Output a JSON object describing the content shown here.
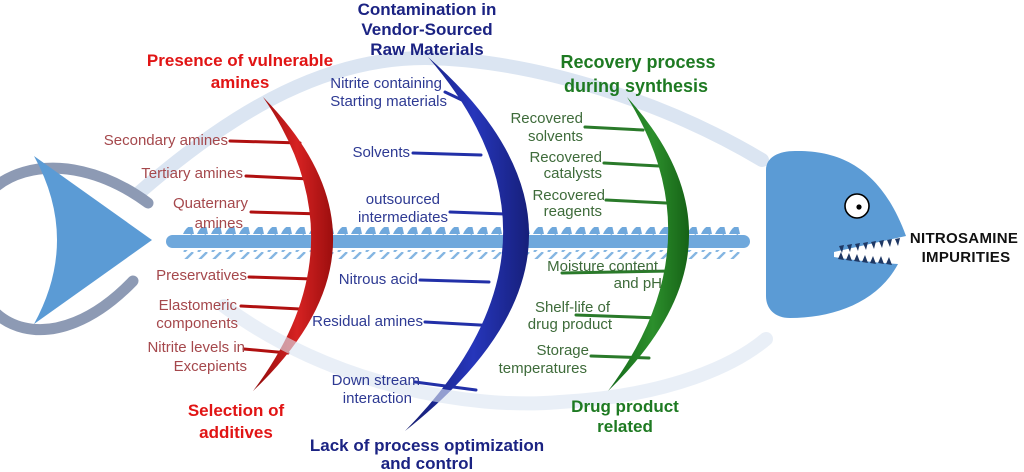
{
  "effect": {
    "lines": [
      "NITROSAMINE",
      "IMPURITIES"
    ]
  },
  "branches": {
    "vulnerable_amines": {
      "header_lines": [
        "Presence of vulnerable",
        "amines"
      ],
      "causes": [
        [
          "Secondary amines"
        ],
        [
          "Tertiary amines"
        ],
        [
          "Quaternary",
          "amines"
        ]
      ]
    },
    "raw_materials": {
      "header_lines": [
        "Contamination in",
        "Vendor-Sourced",
        "Raw Materials"
      ],
      "causes": [
        [
          "Nitrite containing",
          "Starting materials"
        ],
        [
          "Solvents"
        ],
        [
          "outsourced",
          "intermediates"
        ]
      ]
    },
    "recovery_process": {
      "header_lines": [
        "Recovery process",
        "during synthesis"
      ],
      "causes": [
        [
          "Recovered",
          "solvents"
        ],
        [
          "Recovered",
          "catalysts"
        ],
        [
          "Recovered",
          "reagents"
        ]
      ]
    },
    "selection_of_additives": {
      "header_lines": [
        "Selection of",
        "additives"
      ],
      "causes": [
        [
          "Preservatives"
        ],
        [
          "Elastomeric",
          "components"
        ],
        [
          "Nitrite levels in",
          "Excepients"
        ]
      ]
    },
    "process_optimization": {
      "header_lines": [
        "Lack of process optimization",
        "and control"
      ],
      "causes": [
        [
          "Nitrous acid"
        ],
        [
          "Residual amines"
        ],
        [
          "Down stream",
          "interaction"
        ]
      ]
    },
    "drug_product": {
      "header_lines": [
        "Drug product",
        "related"
      ],
      "causes": [
        [
          "Moisture content",
          "and pH"
        ],
        [
          "Shelf-life of",
          "drug product"
        ],
        [
          "Storage",
          "temperatures"
        ]
      ]
    }
  },
  "colors": {
    "red_header": "#e11414",
    "blue_header": "#1b2383",
    "green_header": "#1e7a22",
    "red_item_text": "#a5484c",
    "blue_item_text": "#2e3a93",
    "green_item_text": "#3e6b3a",
    "red_bone": "#b00f0f",
    "blue_bone": "#1c2a9e",
    "green_bone": "#1e7a1e",
    "fish_blue": "#5b9bd5",
    "spine_blue": "#6fa8dc",
    "tail_gray": "#8d9ab4",
    "body_outline": "#dbe5f2",
    "teeth_navy": "#1f3864",
    "effect_text": "#111111"
  }
}
